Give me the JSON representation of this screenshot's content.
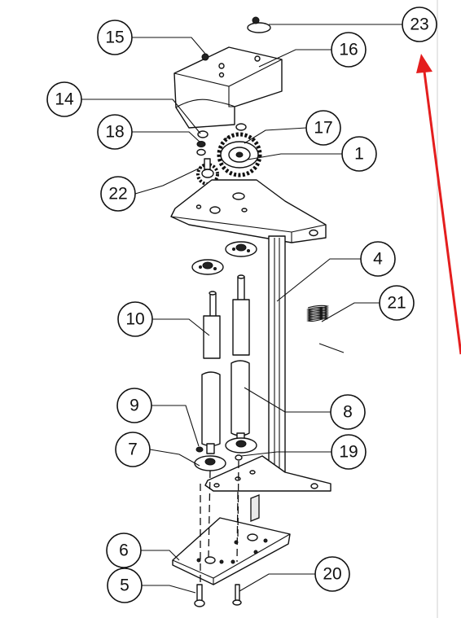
{
  "callouts": [
    {
      "id": "c15",
      "label": "15"
    },
    {
      "id": "c16",
      "label": "16"
    },
    {
      "id": "c23",
      "label": "23"
    },
    {
      "id": "c14",
      "label": "14"
    },
    {
      "id": "c18",
      "label": "18"
    },
    {
      "id": "c17",
      "label": "17"
    },
    {
      "id": "c1",
      "label": "1"
    },
    {
      "id": "c22",
      "label": "22"
    },
    {
      "id": "c4",
      "label": "4"
    },
    {
      "id": "c21",
      "label": "21"
    },
    {
      "id": "c10",
      "label": "10"
    },
    {
      "id": "c9",
      "label": "9"
    },
    {
      "id": "c8",
      "label": "8"
    },
    {
      "id": "c7",
      "label": "7"
    },
    {
      "id": "c19",
      "label": "19"
    },
    {
      "id": "c6",
      "label": "6"
    },
    {
      "id": "c5",
      "label": "5"
    },
    {
      "id": "c20",
      "label": "20"
    }
  ],
  "colors": {
    "ink": "#111111",
    "arrow": "#e41e1e",
    "background": "#ffffff"
  }
}
